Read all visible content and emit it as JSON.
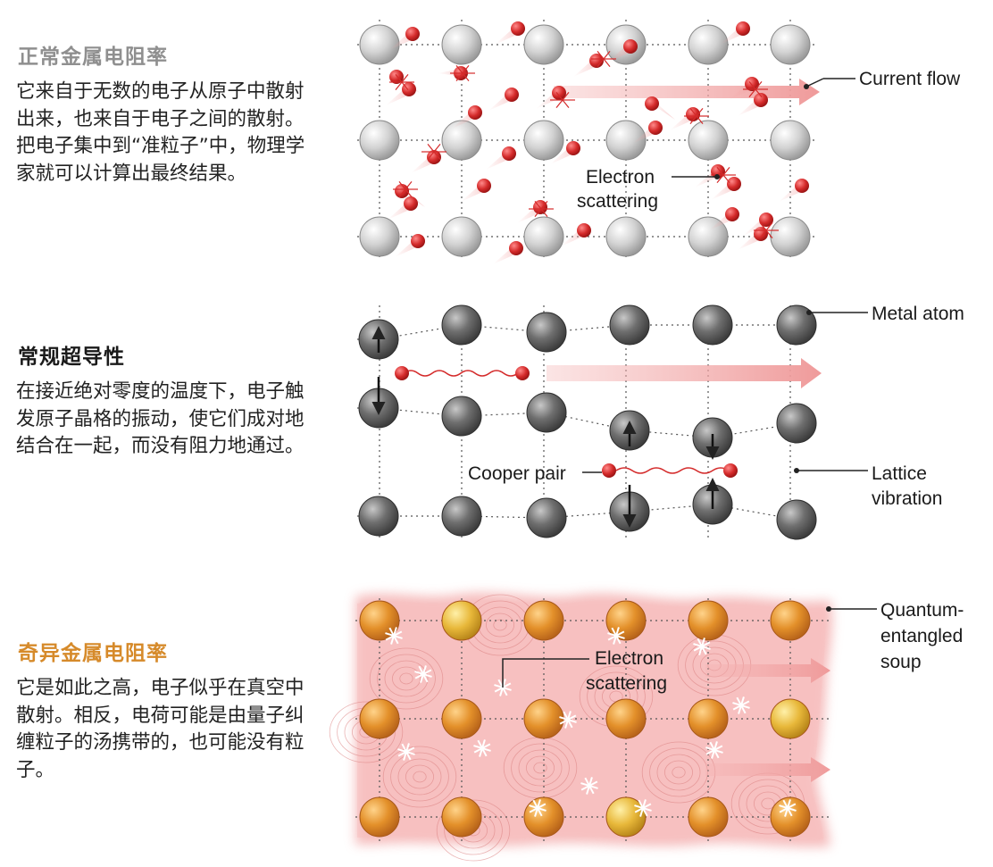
{
  "panels": [
    {
      "title": "正常金属电阻率",
      "body": "它来自于无数的电子从原子中散射出来，也来自于电子之间的散射。把电子集中到“准粒子”中，物理学家就可以计算出最终结果。",
      "labels": {
        "current_flow": "Current flow",
        "electron": "Electron",
        "scattering": "scattering"
      }
    },
    {
      "title": "常规超导性",
      "body": "在接近绝对零度的温度下，电子触发原子晶格的振动，使它们成对地结合在一起，而没有阻力地通过。",
      "labels": {
        "metal_atom": "Metal atom",
        "cooper_pair": "Cooper pair",
        "lattice": "Lattice",
        "vibration": "vibration"
      }
    },
    {
      "title": "奇异金属电阻率",
      "body": "它是如此之高，电子似乎在真空中散射。相反，电荷可能是由量子纠缠粒子的汤携带的，也可能没有粒子。",
      "labels": {
        "quantum": "Quantum-",
        "entangled": "entangled",
        "soup": "soup",
        "electron": "Electron",
        "scattering": "scattering"
      }
    }
  ],
  "colors": {
    "normal_atom": "#d2d2d2",
    "super_atom": "#6f6f6f",
    "strange_atom": "#e3902a",
    "electron": "#d42a2a",
    "flow_arrow": "#ef9a9a",
    "soup": "#f3a9a9",
    "title_gray": "#8f8f8f",
    "title_orange": "#d68a2a"
  }
}
